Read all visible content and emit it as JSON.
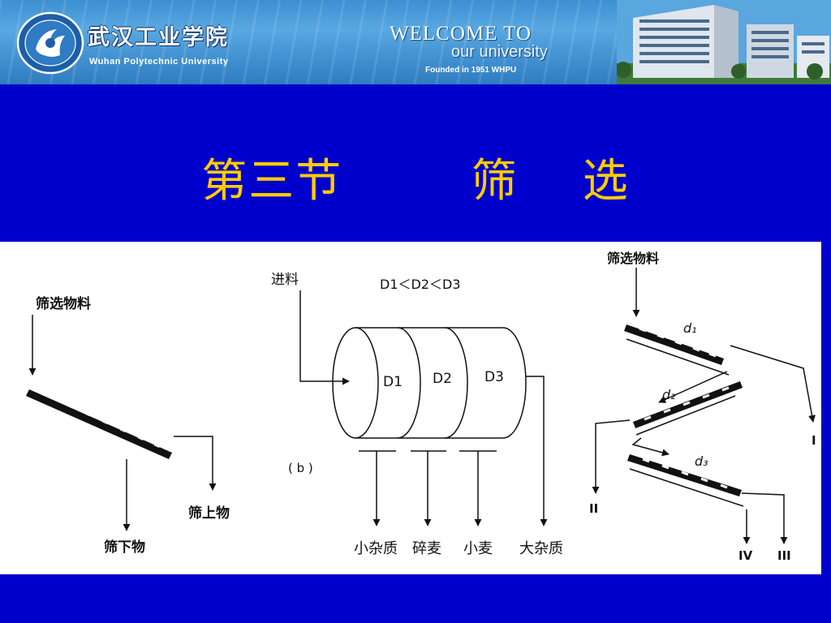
{
  "header": {
    "university_cn": "武汉工业学院",
    "university_en": "Wuhan Polytechnic University",
    "welcome_line1": "WELCOME TO",
    "welcome_line2": "our university",
    "founded": "Founded in 1951 WHPU",
    "logo_icon": "university-seal-icon"
  },
  "slide": {
    "title": "第三节        筛    选"
  },
  "figure_a": {
    "feed_label": "筛选物料",
    "overs_label": "筛上物",
    "throughs_label": "筛下物"
  },
  "figure_b": {
    "feed_label": "进料",
    "relation": "D1＜D2＜D3",
    "sections": [
      "D1",
      "D2",
      "D3"
    ],
    "caption": "( b )",
    "outputs": [
      "小杂质",
      "碎麦",
      "小麦",
      "大杂质"
    ]
  },
  "figure_c": {
    "feed_label": "筛选物料",
    "deck_labels": [
      "d₁",
      "d₂",
      "d₃"
    ],
    "outlet_labels": [
      "I",
      "II",
      "IV",
      "III"
    ]
  },
  "colors": {
    "slide_background": "#0000cc",
    "title_color": "#ffcc00",
    "banner_blue": "#3d8fd0",
    "diagram_ink": "#111111"
  }
}
